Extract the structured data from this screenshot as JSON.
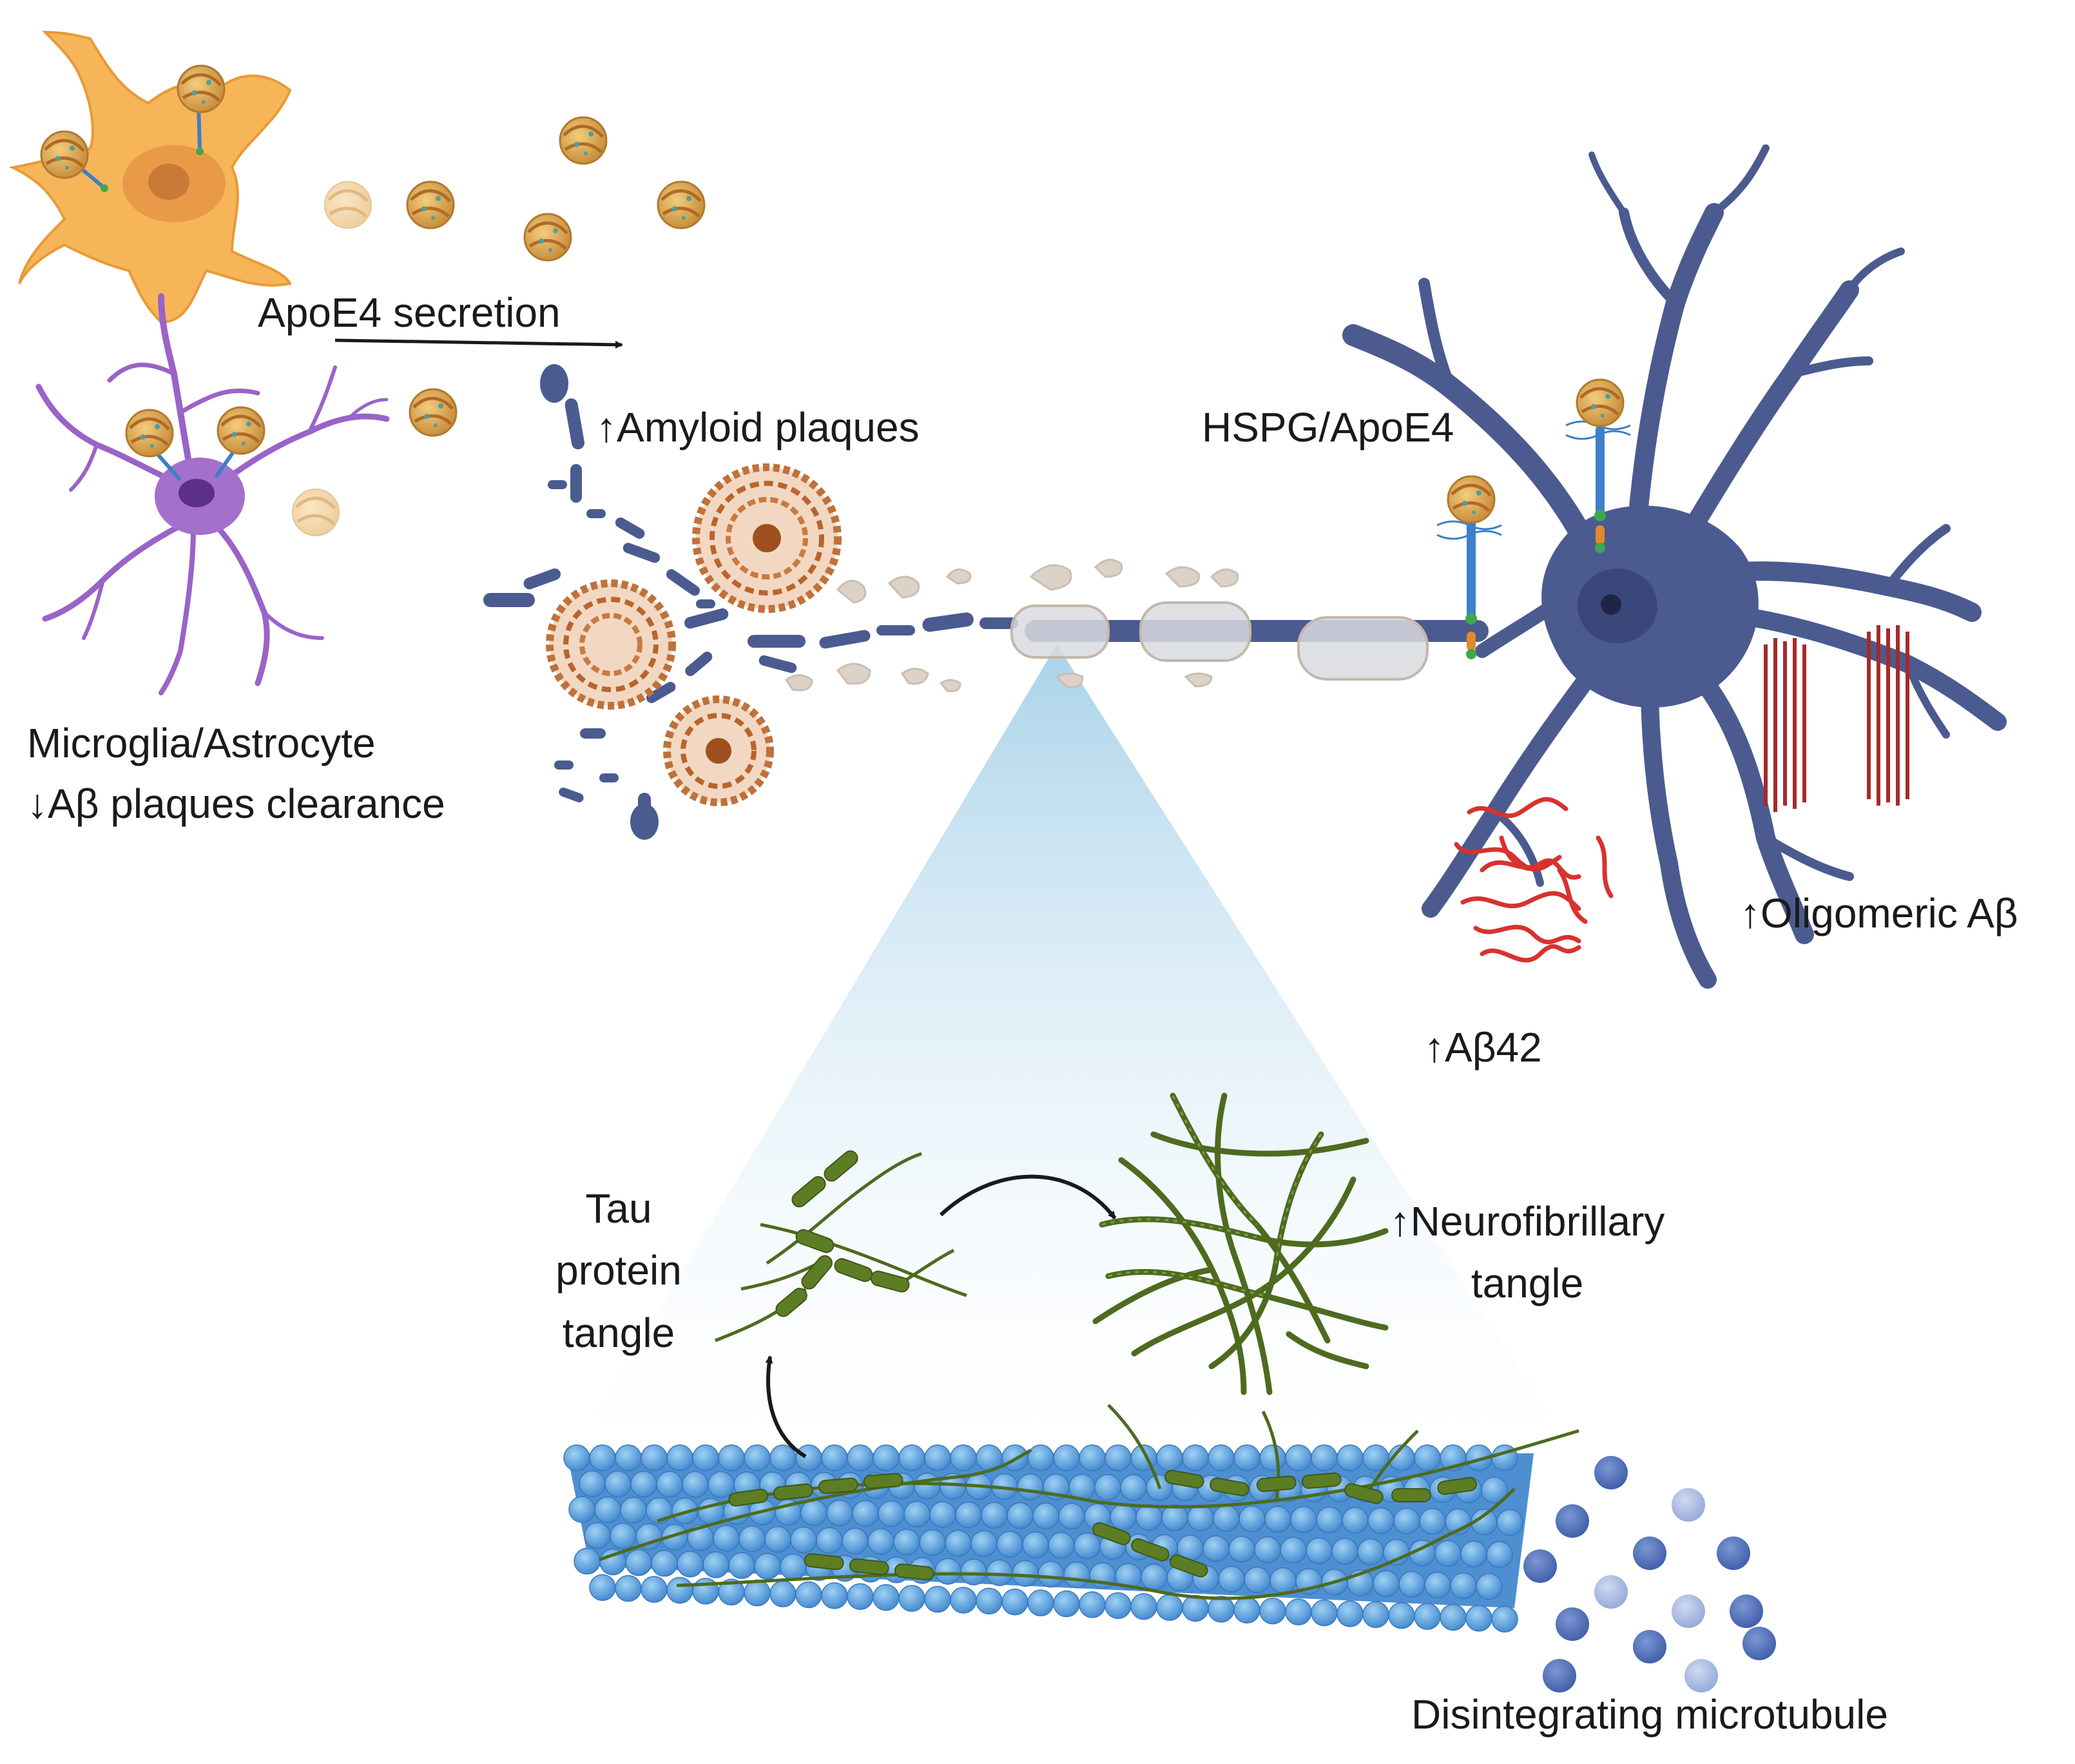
{
  "labels": {
    "apoe4_secretion": "ApoE4 secretion",
    "amyloid_plaques": "↑Amyloid plaques",
    "hspg_apoe4": "HSPG/ApoE4",
    "microglia_astrocyte": "Microglia/Astrocyte",
    "ab_clearance": "↓Aβ plaques clearance",
    "oligomeric_ab": "↑Oligomeric Aβ",
    "ab42": "↑Aβ42",
    "tau_line1": "Tau",
    "tau_line2": "protein",
    "tau_line3": "tangle",
    "nft_line1": "↑Neurofibrillary",
    "nft_line2": "tangle",
    "disintegrating": "Disintegrating microtubule"
  },
  "colors": {
    "astrocyte": "#f7b55a",
    "microglia": "#9a63c8",
    "neuron": "#4b5b8f",
    "neuron_dark": "#2f3b67",
    "plaque": "#c0713a",
    "apoe": "#dca44f",
    "oligomer": "#a62a2a",
    "ab42": "#d8322e",
    "tau": "#4d6b1f",
    "tau_light": "#7e9c3c",
    "microtubule": "#5f9dd9",
    "zoom_cone": "#bcdff0",
    "fragment": "#dcd2c8"
  },
  "icons": [
    "astrocyte-icon",
    "microglia-icon",
    "apoe4-particle-icon",
    "neuron-icon",
    "amyloid-plaque-icon",
    "oligomeric-ab-icon",
    "ab42-fibril-icon",
    "tau-tangle-icon",
    "neurofibrillary-tangle-icon",
    "microtubule-icon",
    "tubulin-dimer-icon",
    "myelin-sheath-icon",
    "axon-fragment-icon",
    "arrow-icon"
  ]
}
